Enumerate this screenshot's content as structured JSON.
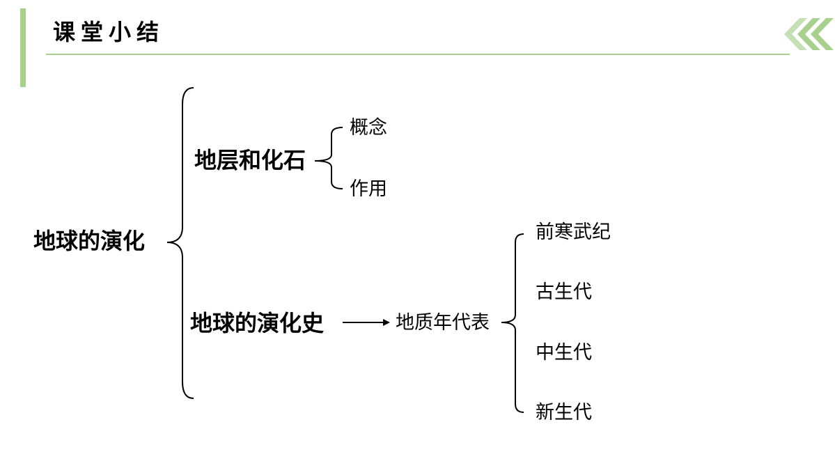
{
  "header": {
    "title": "课堂小结",
    "accent_color": "#a9d18e"
  },
  "decoration": {
    "icon": "triple-chevron-left-icon"
  },
  "diagram": {
    "root": "地球的演化",
    "branch_strata": {
      "label": "地层和化石",
      "children": [
        "概念",
        "作用"
      ]
    },
    "branch_history": {
      "label": "地球的演化史",
      "intermediate": "地质年代表",
      "children": [
        "前寒武纪",
        "古生代",
        "中生代",
        "新生代"
      ]
    }
  }
}
